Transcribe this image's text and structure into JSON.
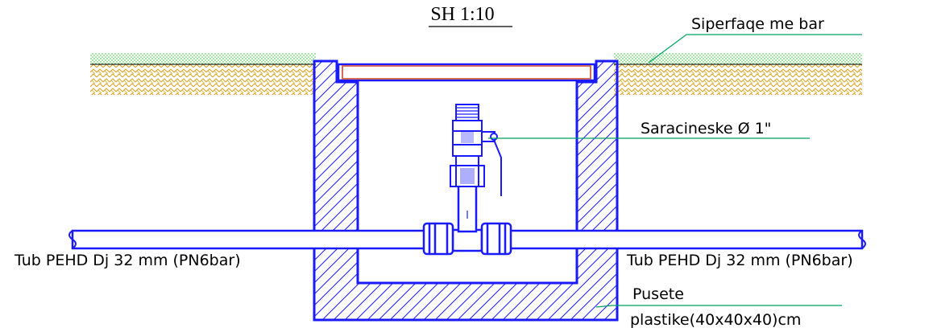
{
  "drawing": {
    "scale_label": "SH 1:10",
    "labels": {
      "surface": "Siperfaqe me bar",
      "valve": "Saracineske Ø 1\"",
      "pipe_left": "Tub PEHD Dj 32  mm (PN6bar)",
      "pipe_right": "Tub PEHD Dj 32  mm (PN6bar)",
      "well_line1": "Pusete",
      "well_line2": "plastike(40x40x40)cm"
    },
    "colors": {
      "structure": "#1a1aff",
      "leader": "#00a060",
      "soil": "#d4a020",
      "grass": "#22bb22",
      "cover": "#d46a5a"
    }
  }
}
